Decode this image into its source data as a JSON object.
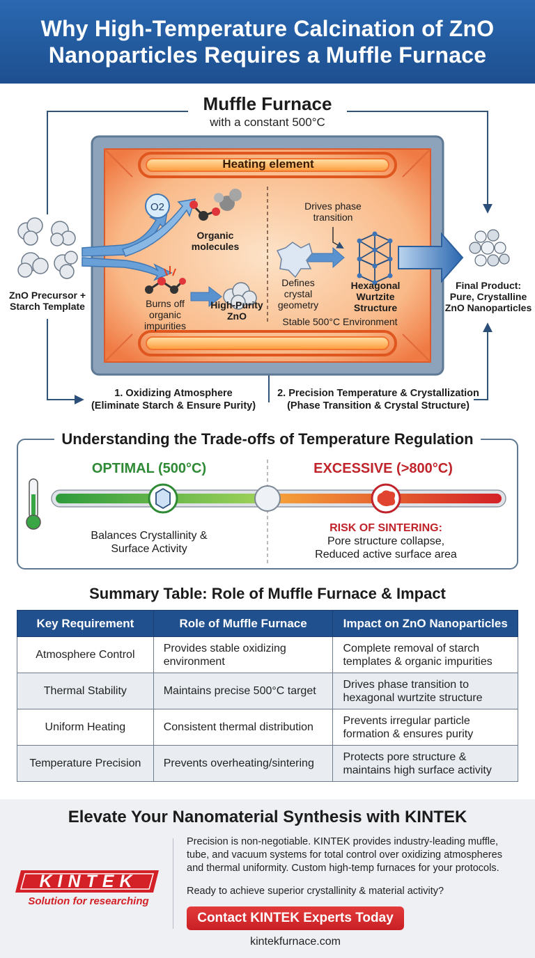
{
  "header": {
    "title_line1": "Why High-Temperature Calcination of ZnO",
    "title_line2": "Nanoparticles Requires a Muffle Furnace"
  },
  "furnace": {
    "title": "Muffle Furnace",
    "subtitle": "with a constant 500°C",
    "heating_element": "Heating element",
    "o2": "O2",
    "organic_molecules": [
      "Organic",
      "molecules"
    ],
    "burns_off": [
      "Burns off",
      "organic",
      "impurities"
    ],
    "high_purity": [
      "High-Purity",
      "ZnO"
    ],
    "drives_phase": [
      "Drives phase",
      "transition"
    ],
    "defines": [
      "Defines",
      "crystal",
      "geometry"
    ],
    "hexagonal": [
      "Hexagonal",
      "Wurtzite",
      "Structure"
    ],
    "stable_env": "Stable 500°C Environment",
    "precursor": [
      "ZnO Precursor +",
      "Starch Template"
    ],
    "final": [
      "Final Product:",
      "Pure, Crystalline",
      "ZnO Nanoparticles"
    ],
    "step1": [
      "1. Oxidizing Atmosphere",
      "(Eliminate Starch & Ensure Purity)"
    ],
    "step2": [
      "2. Precision Temperature & Crystallization",
      "(Phase Transition & Crystal Structure)"
    ]
  },
  "tradeoff": {
    "title": "Understanding the Trade-offs of Temperature Regulation",
    "optimal_label": "OPTIMAL (500°C)",
    "excessive_label": "EXCESSIVE (>800°C)",
    "optimal_desc": [
      "Balances Crystallinity &",
      "Surface Activity"
    ],
    "risk_title": "RISK OF SINTERING:",
    "risk_desc": [
      "Pore structure collapse,",
      "Reduced active surface area"
    ]
  },
  "table": {
    "title": "Summary Table: Role of Muffle Furnace & Impact",
    "headers": [
      "Key Requirement",
      "Role of Muffle Furnace",
      "Impact on ZnO Nanoparticles"
    ],
    "rows": [
      [
        "Atmosphere Control",
        [
          "Provides stable oxidizing",
          "environment"
        ],
        [
          "Complete removal of starch",
          "templates & organic impurities"
        ]
      ],
      [
        "Thermal Stability",
        [
          "Maintains precise 500°C target"
        ],
        [
          "Drives phase transition to",
          "hexagonal wurtzite structure"
        ]
      ],
      [
        "Uniform Heating",
        [
          "Consistent thermal distribution"
        ],
        [
          "Prevents irregular particle",
          "formation & ensures purity"
        ]
      ],
      [
        "Temperature Precision",
        [
          "Prevents overheating/sintering"
        ],
        [
          "Protects pore structure &",
          "maintains high surface activity"
        ]
      ]
    ]
  },
  "footer": {
    "title": "Elevate Your Nanomaterial Synthesis with KINTEK",
    "paragraph": "Precision is non-negotiable. KINTEK provides industry-leading muffle, tube, and vacuum systems for total control over oxidizing atmospheres and thermal uniformity. Custom high-temp furnaces for your protocols.",
    "question": "Ready to achieve superior crystallinity & material activity?",
    "cta": "Contact KINTEK Experts Today",
    "url": "kintekfurnace.com",
    "logo": "KINTEK",
    "tagline": "Solution for researching"
  },
  "colors": {
    "brand_blue": "#20508e",
    "brand_red": "#d32127",
    "optimal_green": "#2f8a35",
    "excessive_red": "#c0242a"
  }
}
